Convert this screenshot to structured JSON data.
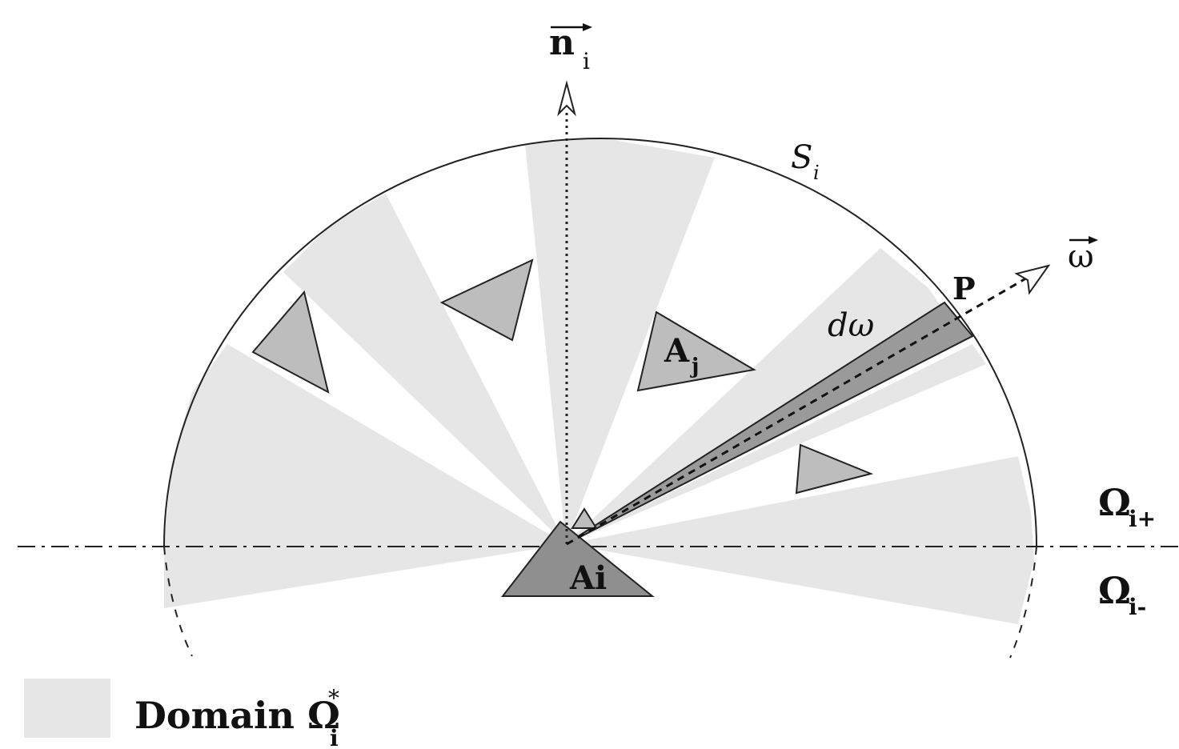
{
  "labels": {
    "normal_vector": "n",
    "normal_subscript": "i",
    "hemisphere": "S",
    "hemisphere_subscript": "i",
    "direction": "ω",
    "point": "P",
    "solid_angle": "dω",
    "patch_j": "A",
    "patch_j_subscript": "j",
    "patch_i": "Ai",
    "upper_half": "Ω",
    "upper_half_subscript": "i+",
    "lower_half": "Ω",
    "lower_half_subscript": "i-",
    "legend_text": "Domain Ω",
    "legend_superscript": "*",
    "legend_subscript": "i"
  },
  "colors": {
    "domain_fill": "#e6e6e6",
    "occluder_fill": "#bdbdbd",
    "patch_i_fill": "#8f8f8f",
    "cone_fill": "#9a9a9a",
    "line": "#222222"
  }
}
